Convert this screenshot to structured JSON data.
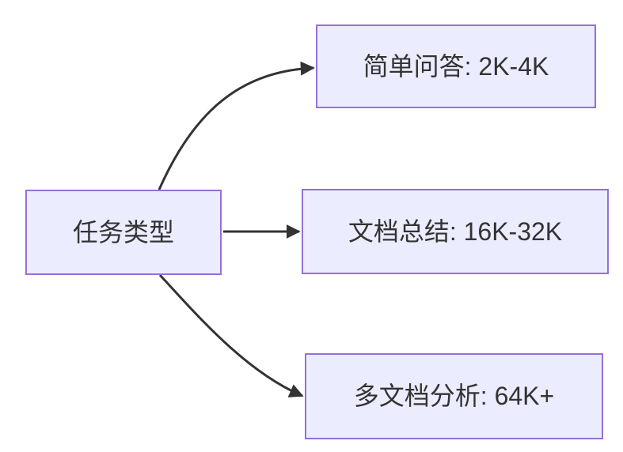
{
  "diagram": {
    "type": "flowchart",
    "direction": "left-to-right",
    "root": {
      "id": "task-type",
      "label": "任务类型"
    },
    "branches": [
      {
        "id": "simple-qa",
        "label": "简单问答: 2K-4K"
      },
      {
        "id": "doc-summary",
        "label": "文档总结: 16K-32K"
      },
      {
        "id": "multi-doc",
        "label": "多文档分析: 64K+"
      }
    ],
    "edges": [
      {
        "from": "task-type",
        "to": "simple-qa"
      },
      {
        "from": "task-type",
        "to": "doc-summary"
      },
      {
        "from": "task-type",
        "to": "multi-doc"
      }
    ],
    "colors": {
      "background": "#ffffff",
      "node_fill": "#ECECFF",
      "node_border": "#9370DB",
      "edge_stroke": "#333333",
      "arrowhead_fill": "#333333",
      "text": "#333333"
    }
  }
}
